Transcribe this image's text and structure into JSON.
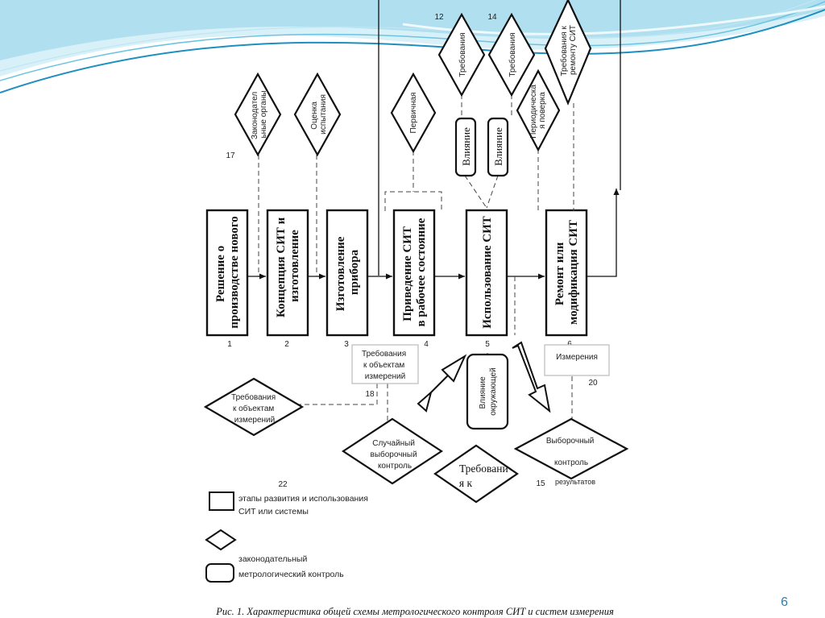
{
  "stages": [
    {
      "id": "1",
      "label_lines": [
        "Решение о",
        "производстве нового"
      ]
    },
    {
      "id": "2",
      "label_lines": [
        "Концепция СИТ и",
        "изготовление"
      ]
    },
    {
      "id": "3",
      "label_lines": [
        "Изготовление",
        "прибора"
      ]
    },
    {
      "id": "4",
      "label_lines": [
        "Приведение СИТ",
        "в рабочее состояние"
      ]
    },
    {
      "id": "5",
      "label_lines": [
        "Использование СИТ"
      ]
    },
    {
      "id": "6",
      "label_lines": [
        "Ремонт или",
        "модификация СИТ"
      ]
    }
  ],
  "stage_numbers": [
    "1",
    "2",
    "3",
    "4",
    "5",
    "6"
  ],
  "top_diamonds": [
    {
      "label_lines": [
        "Законодател",
        "ьные органы"
      ]
    },
    {
      "label_lines": [
        "Оценка",
        "испытания"
      ]
    },
    {
      "label_lines": [
        "Первичная"
      ]
    },
    {
      "label_lines": [
        "Требования"
      ],
      "number": "12"
    },
    {
      "label_lines": [
        "Требования"
      ],
      "number": "14"
    },
    {
      "label_lines": [
        "Периодическа",
        "я поверка"
      ]
    },
    {
      "label_lines": [
        "Требования к",
        "ремонту СИТ"
      ]
    }
  ],
  "top_number_17": "17",
  "influence_boxes": [
    "Влияние",
    "Влияние"
  ],
  "env_box_lines": [
    "Влияние",
    "окружающей"
  ],
  "req_box_lines": [
    "Требования",
    "к объектам",
    "измерений"
  ],
  "req_box_number": "18",
  "meas_box_label": "Измерения",
  "meas_box_number": "20",
  "bottom_left_diamond_lines": [
    "Требования",
    "к объектам",
    "измерений"
  ],
  "random_control_lines": [
    "Случайный",
    "выборочный",
    "контроль"
  ],
  "selective_control_lines": [
    "Выборочный",
    "контроль"
  ],
  "bottom_req_diamond_lines": [
    "Требовани",
    "я к"
  ],
  "number_22": "22",
  "number_15": "15",
  "number_15_suffix": "результатов",
  "legend": {
    "rect_text_lines": [
      "этапы развития и использования",
      "СИТ или системы"
    ],
    "diamond_text_lines": [
      "законодательный"
    ],
    "rounded_text_lines": [
      "метрологический контроль"
    ]
  },
  "caption": "Рис. 1. Характеристика общей схемы метрологического контроля СИТ и систем измерения",
  "page_number": "6",
  "colors": {
    "wave_light": "#bfe6f3",
    "wave_mid": "#6cc4e2",
    "wave_dark": "#1e8fbf",
    "line": "#111111"
  }
}
